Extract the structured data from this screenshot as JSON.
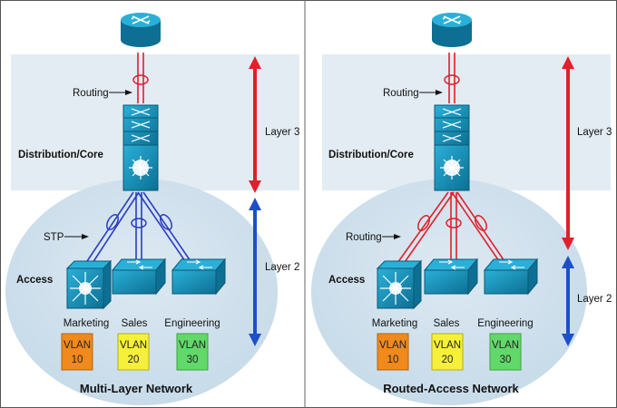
{
  "panels": [
    {
      "title": "Multi-Layer Network",
      "distribution_label": "Distribution/Core",
      "access_label": "Access",
      "routing_label": "Routing",
      "link_label": "STP",
      "layer3_label": "Layer 3",
      "layer2_label": "Layer 2",
      "uplink_color": "#2a3fbf",
      "departments": [
        {
          "name": "Marketing",
          "vlan": "VLAN",
          "vlan_id": "10",
          "color": "#f08a1c"
        },
        {
          "name": "Sales",
          "vlan": "VLAN",
          "vlan_id": "20",
          "color": "#f6f03a"
        },
        {
          "name": "Engineering",
          "vlan": "VLAN",
          "vlan_id": "30",
          "color": "#63d86a"
        }
      ]
    },
    {
      "title": "Routed-Access Network",
      "distribution_label": "Distribution/Core",
      "access_label": "Access",
      "routing_label": "Routing",
      "link_label": "Routing",
      "layer3_label": "Layer 3",
      "layer2_label": "Layer 2",
      "uplink_color": "#e0202a",
      "departments": [
        {
          "name": "Marketing",
          "vlan": "VLAN",
          "vlan_id": "10",
          "color": "#f08a1c"
        },
        {
          "name": "Sales",
          "vlan": "VLAN",
          "vlan_id": "20",
          "color": "#f6f03a"
        },
        {
          "name": "Engineering",
          "vlan": "VLAN",
          "vlan_id": "30",
          "color": "#63d86a"
        }
      ]
    }
  ],
  "colors": {
    "device": "#1a9bc4",
    "device_dark": "#0d6f93",
    "layer3_arrow": "#e0202a",
    "layer2_arrow": "#1d4fc9",
    "shaded_band": "#e3ecf2",
    "ellipse": "#cfe0ec"
  },
  "icons": [
    "router-icon",
    "multilayer-switch-icon",
    "switch-icon"
  ]
}
